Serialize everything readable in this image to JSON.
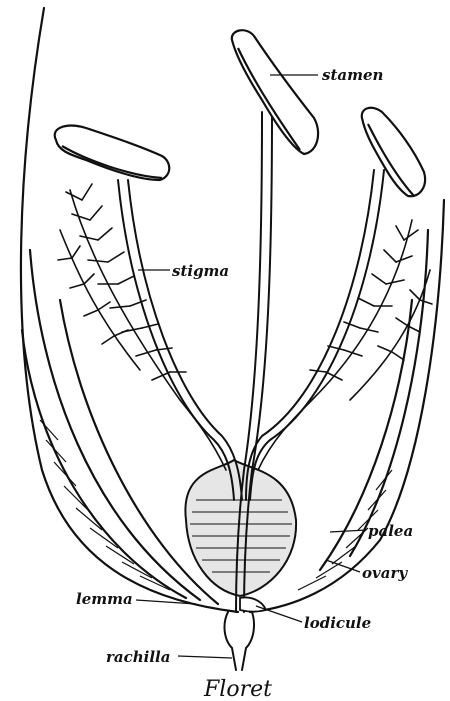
{
  "title": "Floret",
  "labels": {
    "stamen": "stamen",
    "stigma": "stigma",
    "palea": "palea",
    "ovary": "ovary",
    "lemma": "lemma",
    "lodicule": "lodicule",
    "rachilla": "rachilla"
  }
}
